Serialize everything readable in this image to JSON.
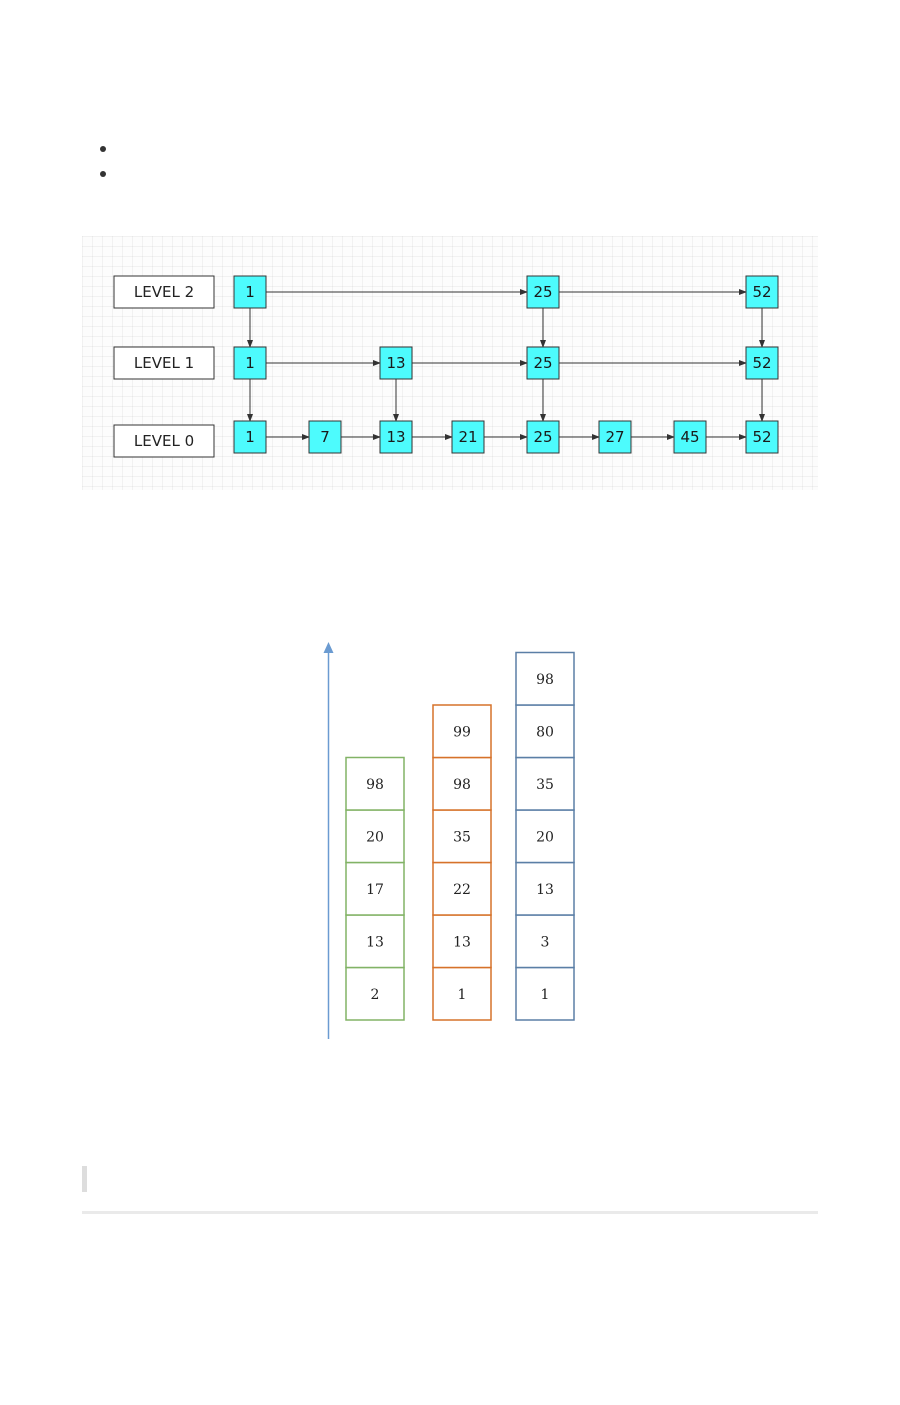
{
  "bullets": [
    "",
    ""
  ],
  "skip_list": {
    "node_color": "#4dfbfd",
    "levels": [
      {
        "label": "LEVEL 2",
        "nodes": [
          "1",
          "25",
          "52"
        ]
      },
      {
        "label": "LEVEL 1",
        "nodes": [
          "1",
          "13",
          "25",
          "52"
        ]
      },
      {
        "label": "LEVEL 0",
        "nodes": [
          "1",
          "7",
          "13",
          "21",
          "25",
          "27",
          "45",
          "52"
        ]
      }
    ]
  },
  "stacks": {
    "axis_color": "#6b9bd1",
    "columns": [
      {
        "color": "#82b366",
        "values": [
          "2",
          "13",
          "17",
          "20",
          "98"
        ]
      },
      {
        "color": "#d6722a",
        "values": [
          "1",
          "13",
          "22",
          "35",
          "98",
          "99"
        ]
      },
      {
        "color": "#5b7fa6",
        "values": [
          "1",
          "3",
          "13",
          "20",
          "35",
          "80",
          "98"
        ]
      }
    ]
  }
}
